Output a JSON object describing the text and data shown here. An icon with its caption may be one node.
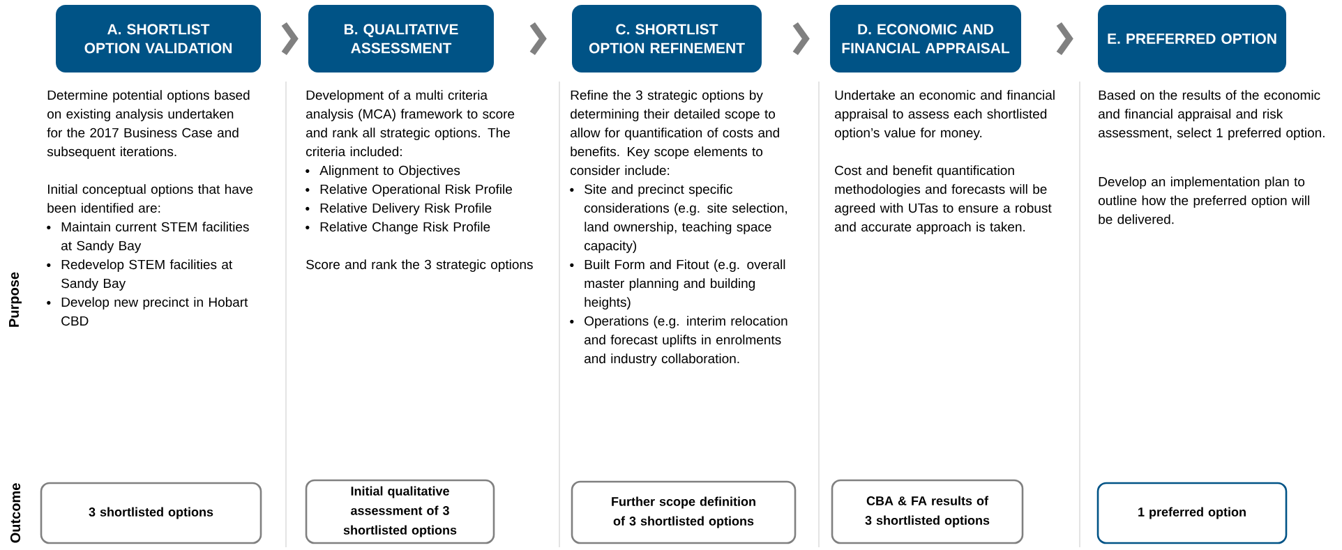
{
  "diagram": {
    "nodes": [
      {
        "text": [
          "A. SHORTLIST OPTION VALIDATION"
        ]
      },
      {
        "text": [
          "B. QUALITATIVE ASSESSMENT"
        ]
      },
      {
        "text": [
          "C. SHORTLIST OPTION REFINEMENT"
        ]
      },
      {
        "text": [
          "D. ECONOMIC AND FINANCIAL APPRAISAL"
        ]
      },
      {
        "text": [
          "E. PREFERRED OPTION"
        ]
      },
      {
        "text": [
          "3 shortlisted options"
        ]
      },
      {
        "text": [
          "Initial qualitative assessment of 3 shortlisted options"
        ]
      },
      {
        "text": [
          "Further scope definition of 3 shortlisted options"
        ]
      },
      {
        "text": [
          "CBA & FA results of 3 shortlisted options"
        ]
      },
      {
        "text": [
          "1 preferred option"
        ]
      }
    ],
    "edges": [
      {
        "from": 0,
        "to": 1,
        "arrow": "to"
      },
      {
        "from": 1,
        "to": 2,
        "arrow": "to"
      },
      {
        "from": 2,
        "to": 3,
        "arrow": "to"
      },
      {
        "from": 3,
        "to": 4,
        "arrow": "to"
      }
    ],
    "labels": [
      "Purpose",
      "Outcome",
      "Determine potential options based on existing analysis undertaken for the 2017 Business Case and subsequent iterations.",
      "Initial conceptual options that have been identified are:",
      "Maintain current STEM facilities at Sandy Bay",
      "Redevelop STEM facilities at Sandy Bay",
      "Develop new precinct in Hobart CBD",
      "Development of a multi criteria analysis (MCA) framework to score and rank all strategic options. The criteria included:",
      "Alignment to Objectives",
      "Relative Operational Risk Profile",
      "Relative Delivery Risk Profile",
      "Relative Change Risk Profile",
      "Score and rank the 3 strategic options",
      "Refine the 3 strategic options by determining their detailed scope to allow for quantification of costs and benefits. Key scope elements to consider include:",
      "Site and precinct specific considerations (e.g. site selection, land ownership, teaching space capacity)",
      "Built Form and Fitout (e.g. overall master planning and building heights)",
      "Operations (e.g. interim relocation and forecast uplifts in enrolments and industry collaboration.",
      "Undertake an economic and financial appraisal to assess each shortlisted option’s value for money.",
      "Cost and benefit quantification methodologies and forecasts will be agreed with UTas to ensure a robust and accurate approach is taken.",
      "Based on the results of the economic and financial appraisal and risk assessment, select 1 preferred option.",
      "Develop an implementation plan to outline how the preferred option will be delivered."
    ]
  }
}
